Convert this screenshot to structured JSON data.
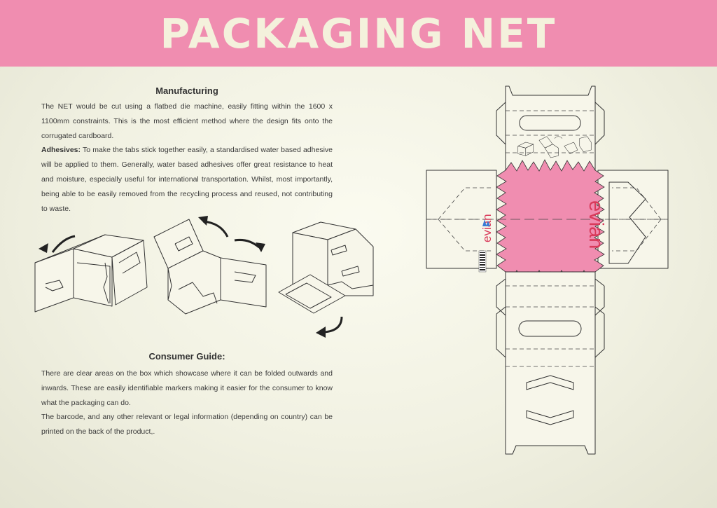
{
  "header": {
    "title": "PACKAGING NET"
  },
  "manufacturing": {
    "heading": "Manufacturing",
    "body": "The NET would be cut using a flatbed die machine, easily fitting within the 1600 x 1100mm constraints. This is the most efficient method where the design fits onto the corrugated cardboard.",
    "adhesives_label": "Adhesives:",
    "adhesives_body": " To make the tabs stick together easily, a standardised water based adhesive will be applied to them. Generally, water based adhesives offer great resistance to heat and moisture, especially useful for international transportation. Whilst, most importantly, being able to be easily removed from the recycling process and reused, not contributing to waste."
  },
  "consumer_guide": {
    "heading": "Consumer Guide:",
    "paragraph_1": "There are clear areas on the box which showcase where it can be folded outwards and inwards. These are easily identifiable markers making it easier for the consumer to know what the packaging can do.",
    "paragraph_2": "The barcode, and any other relevant or legal information (depending on country) can be printed on the back of the product,."
  },
  "net": {
    "brand_main": "evian",
    "brand_side": "evian",
    "panel_color": "#f08db0",
    "brand_color": "#d93a5a",
    "banner_color": "#f08db0"
  }
}
